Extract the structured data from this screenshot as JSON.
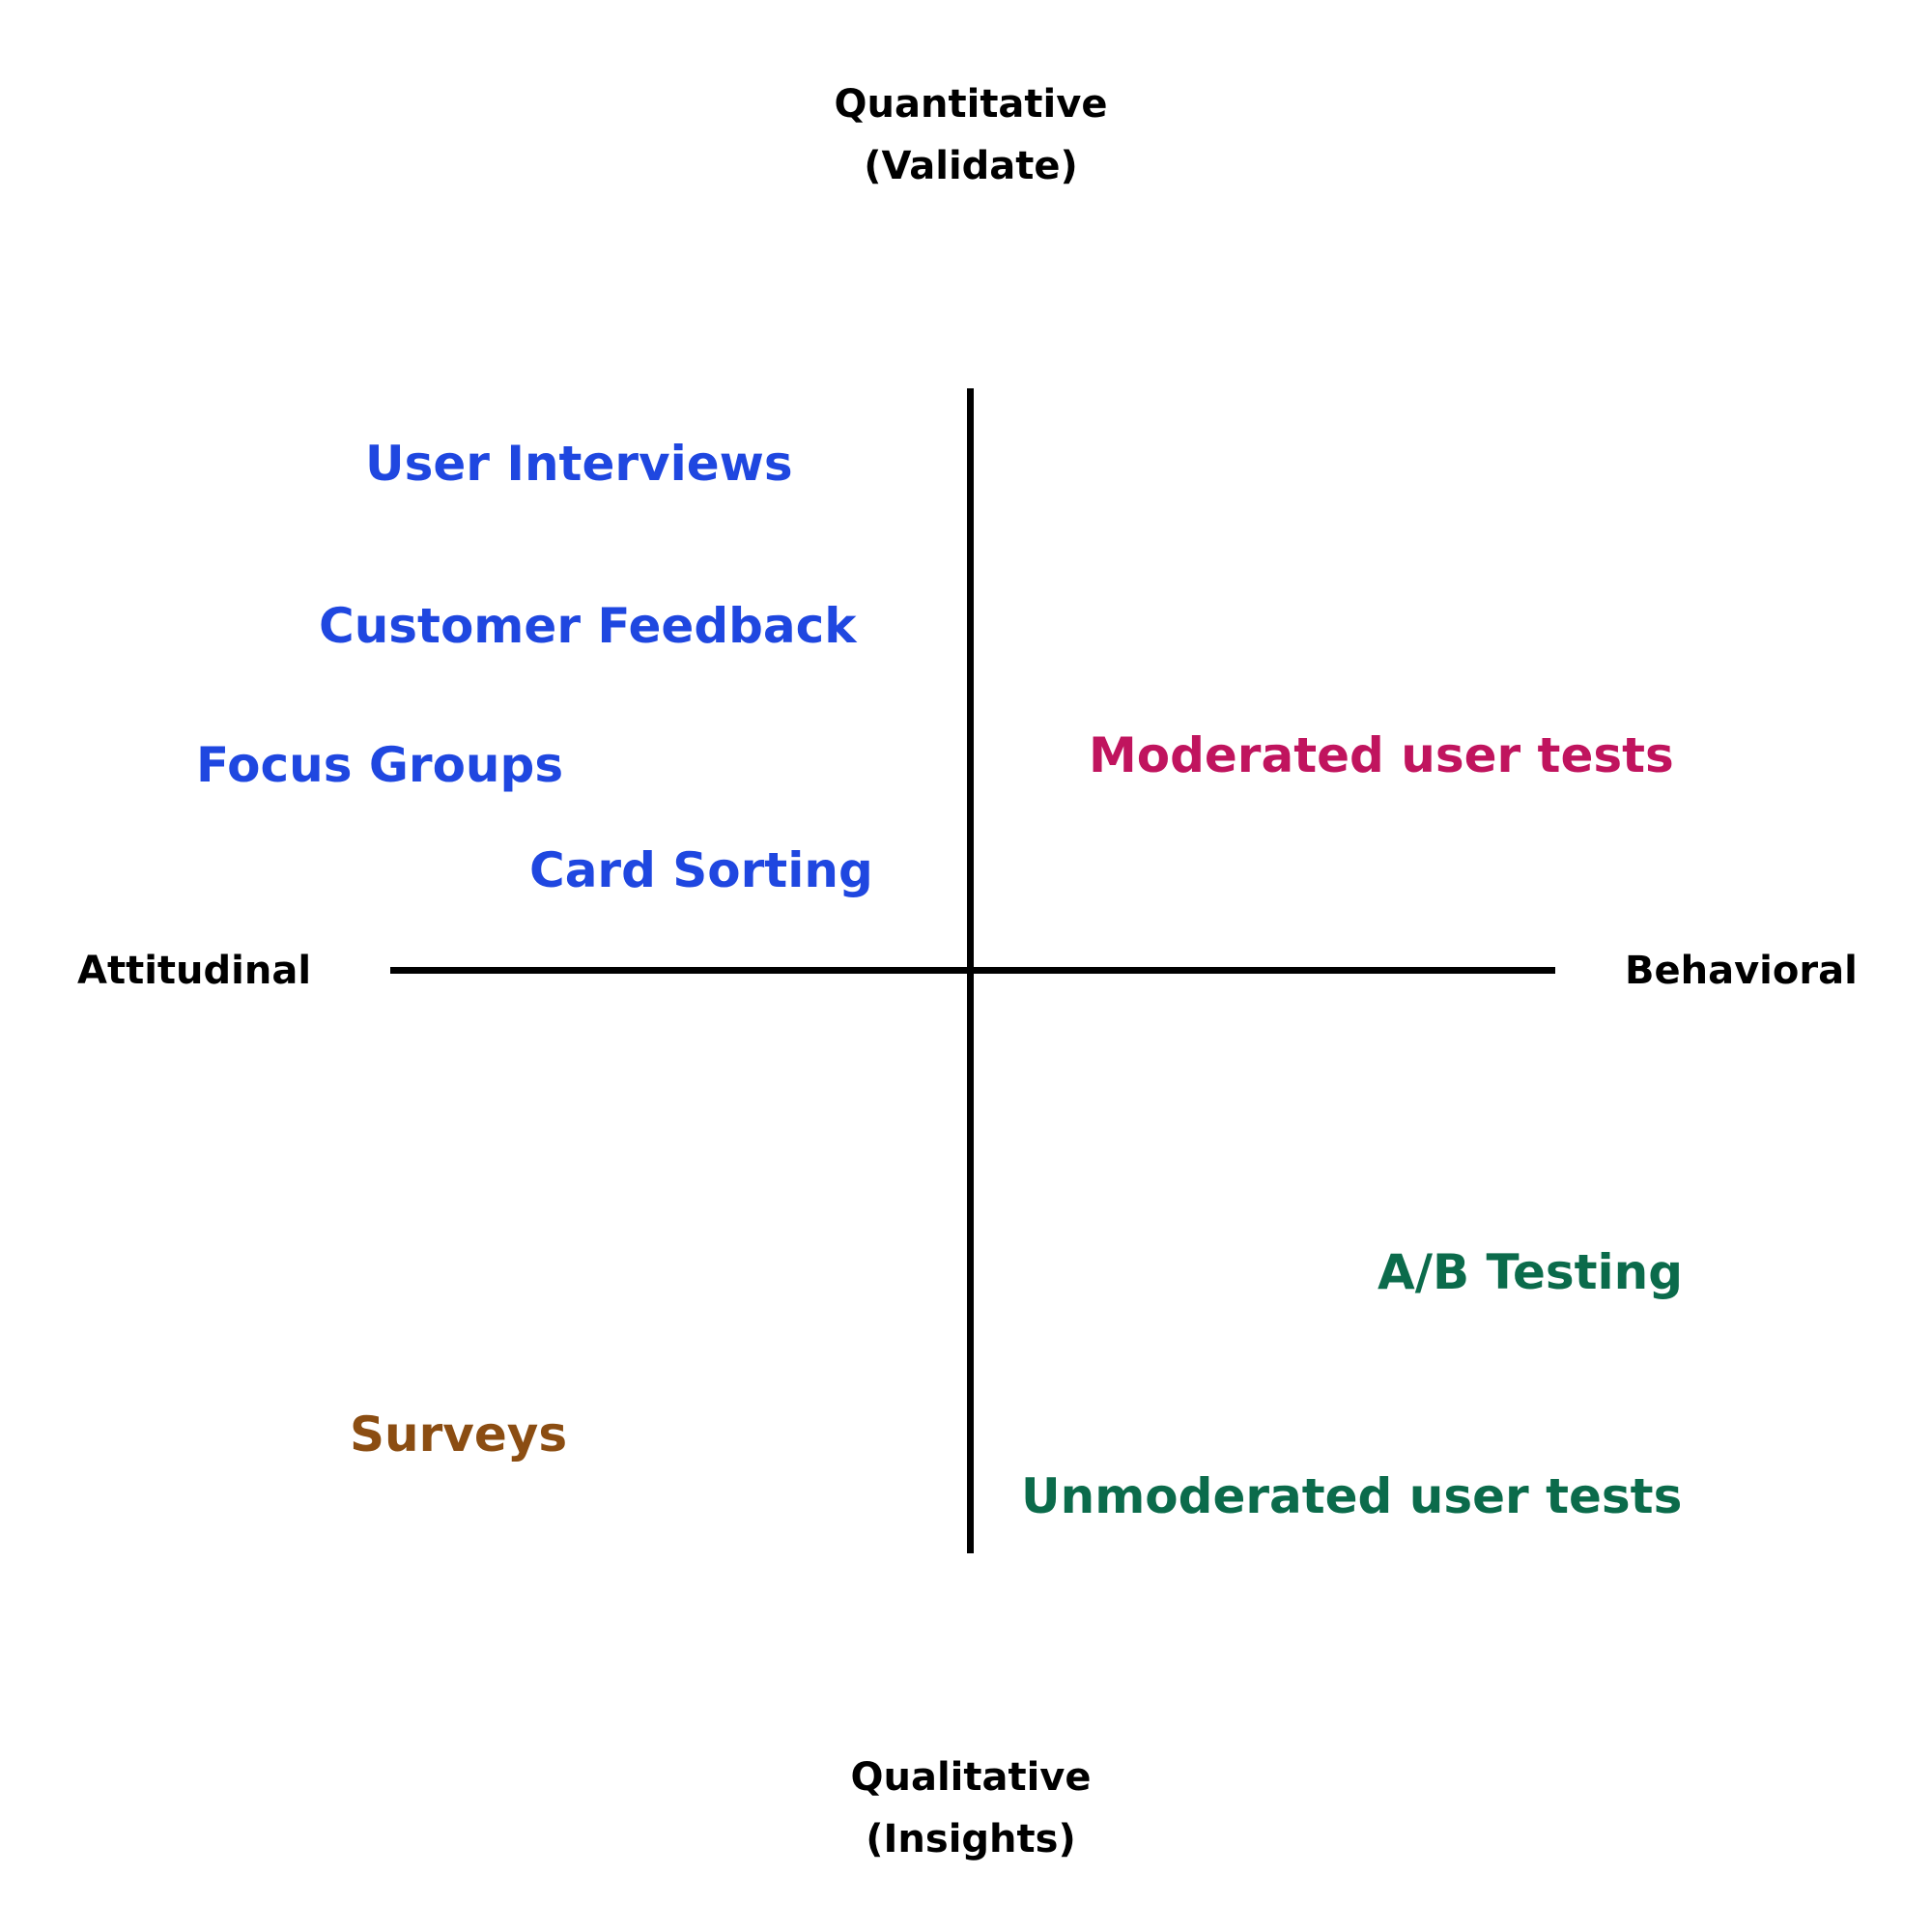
{
  "axes": {
    "top": {
      "line1": "Quantitative",
      "line2": "(Validate)"
    },
    "bottom": {
      "line1": "Qualitative",
      "line2": "(Insights)"
    },
    "left": "Attitudinal",
    "right": "Behavioral"
  },
  "colors": {
    "axis": "#000000",
    "blue": "#1f47e0",
    "magenta": "#c0145e",
    "green": "#0b6b4b",
    "brown": "#8b4d12"
  },
  "methods": {
    "user_interviews": "User Interviews",
    "customer_feedback": "Customer Feedback",
    "focus_groups": "Focus Groups",
    "card_sorting": "Card Sorting",
    "moderated_user_tests": "Moderated user tests",
    "ab_testing": "A/B Testing",
    "surveys": "Surveys",
    "unmoderated_user_tests": "Unmoderated user tests"
  }
}
